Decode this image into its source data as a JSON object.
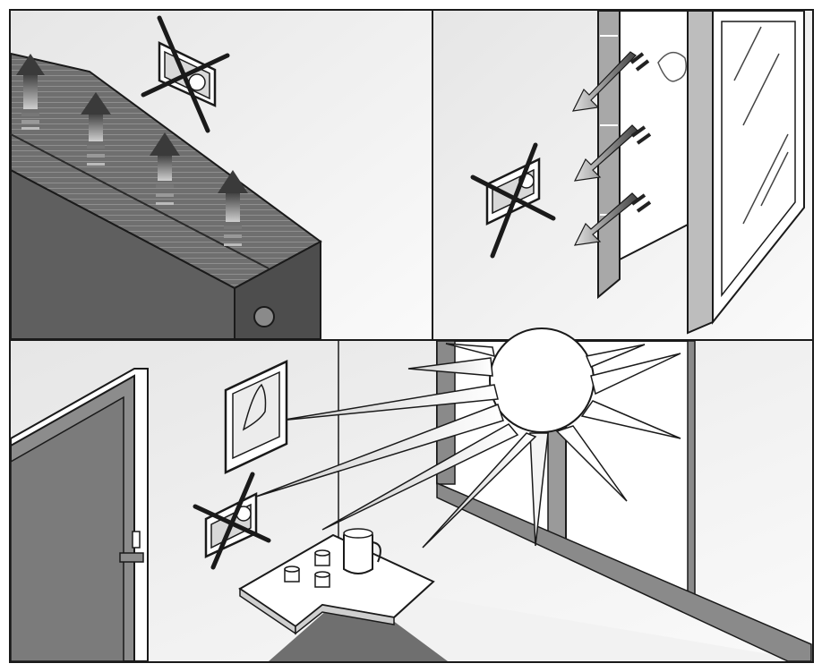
{
  "panels": [
    {
      "id": "radiator-heat",
      "prohibited_item": "thermostat-icon"
    },
    {
      "id": "window-draft",
      "prohibited_item": "thermostat-icon"
    },
    {
      "id": "sunlight",
      "prohibited_item": "thermostat-icon"
    }
  ],
  "colors": {
    "ink": "#1a1a1a",
    "radiator": "#6a6a6a",
    "radiator_top": "#8a8a8a",
    "panel_bg": "#f0f0f0",
    "arrow": "#555555",
    "floor": "#7a7a7a",
    "door": "#8c8c8c"
  }
}
